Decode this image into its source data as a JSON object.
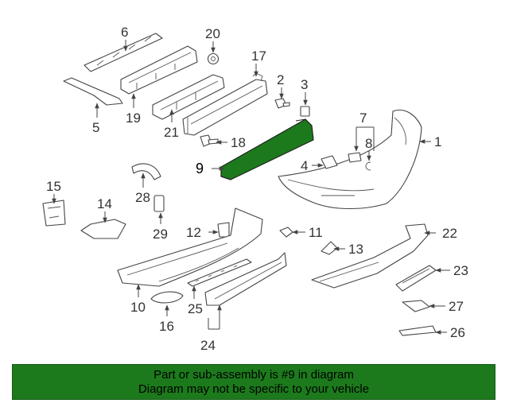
{
  "labels": {
    "c1": "1",
    "c2": "2",
    "c3": "3",
    "c4": "4",
    "c5": "5",
    "c6": "6",
    "c7": "7",
    "c8": "8",
    "c9": "9",
    "c10": "10",
    "c11": "11",
    "c12": "12",
    "c13": "13",
    "c14": "14",
    "c15": "15",
    "c16": "16",
    "c17": "17",
    "c18": "18",
    "c19": "19",
    "c20": "20",
    "c21": "21",
    "c22": "22",
    "c23": "23",
    "c24": "24",
    "c25": "25",
    "c26": "26",
    "c27": "27",
    "c28": "28",
    "c29": "29"
  },
  "highlight": {
    "part": "9",
    "color": "#1c7a1c"
  },
  "footer": {
    "line1": "Part or sub-assembly is #9 in diagram",
    "line2": "Diagram may not be specific to your vehicle",
    "bg": "#1c7a1c"
  }
}
